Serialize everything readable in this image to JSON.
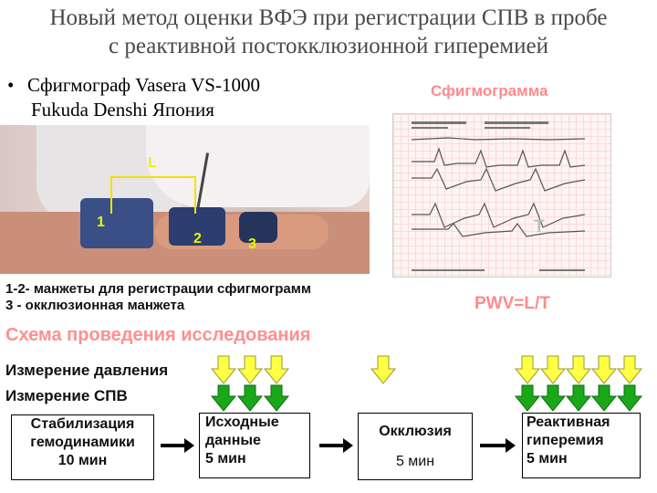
{
  "title": {
    "line1": "Новый метод оценки ВФЭ при регистрации СПВ в пробе",
    "line2": "с реактивной постокклюзионной гиперемией"
  },
  "device": {
    "bullet": "•",
    "line1": "Сфигмограф Vasera VS-1000",
    "line2": "Fukuda Denshi  Япония"
  },
  "sphygmogram_label": "Сфигмограмма",
  "photo_labels": {
    "L": "L",
    "m1": "1",
    "m2": "2",
    "m3": "3"
  },
  "ecg_marker": "T",
  "caption": {
    "line1": "1-2- манжеты для регистрации сфигмограмм",
    "line2": "3 - окклюзионная манжета"
  },
  "formula": "PWV=L/T",
  "schema_title": "Схема проведения исследования",
  "rows": {
    "pressure": "Измерение давления",
    "pwv": "Измерение  СПВ"
  },
  "stages": [
    {
      "line1": "Стабилизация",
      "line2": "гемодинамики",
      "line3": "10 мин"
    },
    {
      "line1": "Исходные",
      "line2": "данные",
      "line3": "5 мин"
    },
    {
      "line1": "Окклюзия",
      "line2": "5 мин"
    },
    {
      "line1": "Реактивная",
      "line2": "гиперемия",
      "line3": "5 мин"
    }
  ],
  "colors": {
    "yellow_arrow": "#ffff44",
    "green_arrow": "#1aa81a",
    "accent_pink": "#ff8f8f"
  }
}
